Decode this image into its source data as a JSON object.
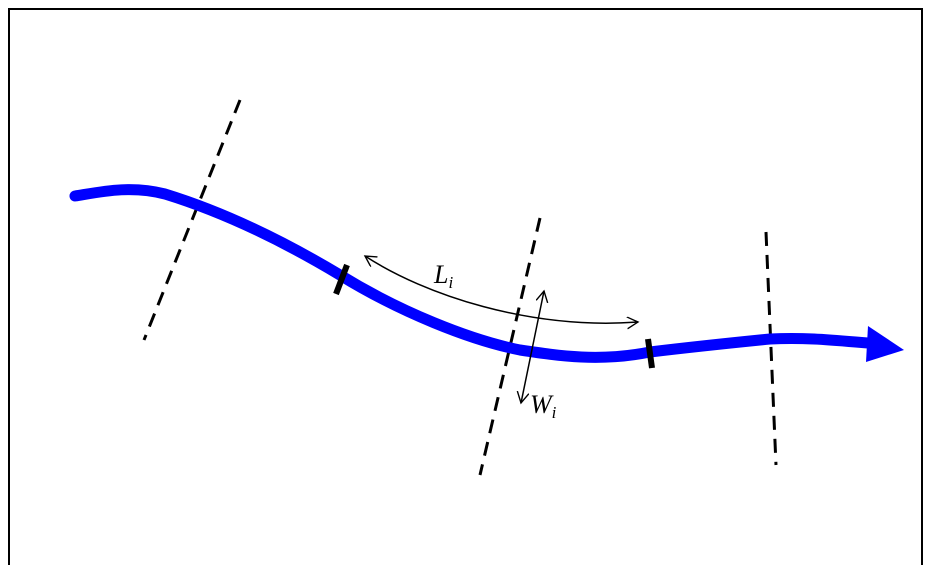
{
  "colors": {
    "river": "#0000ff",
    "frame": "#000000",
    "lines": "#000000",
    "background": "#ffffff"
  },
  "labels": {
    "length_main": "L",
    "length_sub": "i",
    "width_main": "W",
    "width_sub": "i"
  }
}
